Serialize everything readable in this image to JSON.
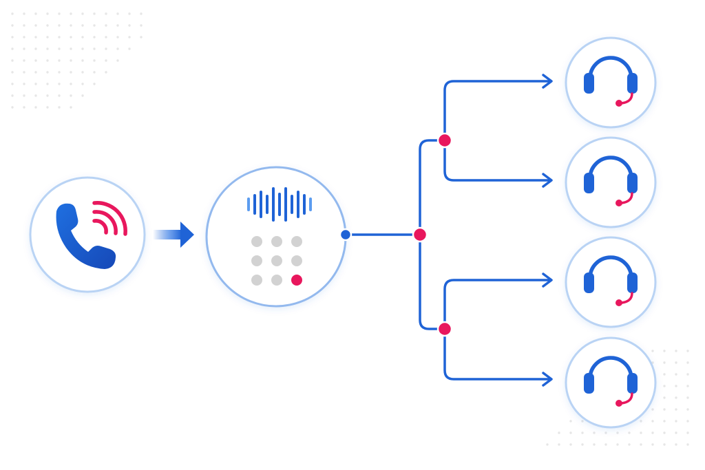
{
  "diagram": {
    "nodes": [
      {
        "id": "caller",
        "kind": "incoming-call",
        "icon": "phone-ringing-icon"
      },
      {
        "id": "ivr",
        "kind": "voice-keypad-menu",
        "icon": "voice-waveform-icon"
      },
      {
        "id": "agent-1",
        "kind": "agent",
        "icon": "headset-icon"
      },
      {
        "id": "agent-2",
        "kind": "agent",
        "icon": "headset-icon"
      },
      {
        "id": "agent-3",
        "kind": "agent",
        "icon": "headset-icon"
      },
      {
        "id": "agent-4",
        "kind": "agent",
        "icon": "headset-icon"
      }
    ],
    "edges": [
      {
        "from": "caller",
        "to": "ivr"
      },
      {
        "from": "ivr",
        "to": "agent-1"
      },
      {
        "from": "ivr",
        "to": "agent-2"
      },
      {
        "from": "ivr",
        "to": "agent-3"
      },
      {
        "from": "ivr",
        "to": "agent-4"
      }
    ],
    "keypad": {
      "rows": 3,
      "cols": 3,
      "highlighted_key": 9
    }
  },
  "colors": {
    "primary_blue": "#1f63d6",
    "light_blue": "#5b9cf0",
    "ring_border": "#b9d3f4",
    "accent_pink": "#e8175d",
    "key_gray": "#d2d2d2",
    "dot_pattern": "#e6e6e6"
  }
}
